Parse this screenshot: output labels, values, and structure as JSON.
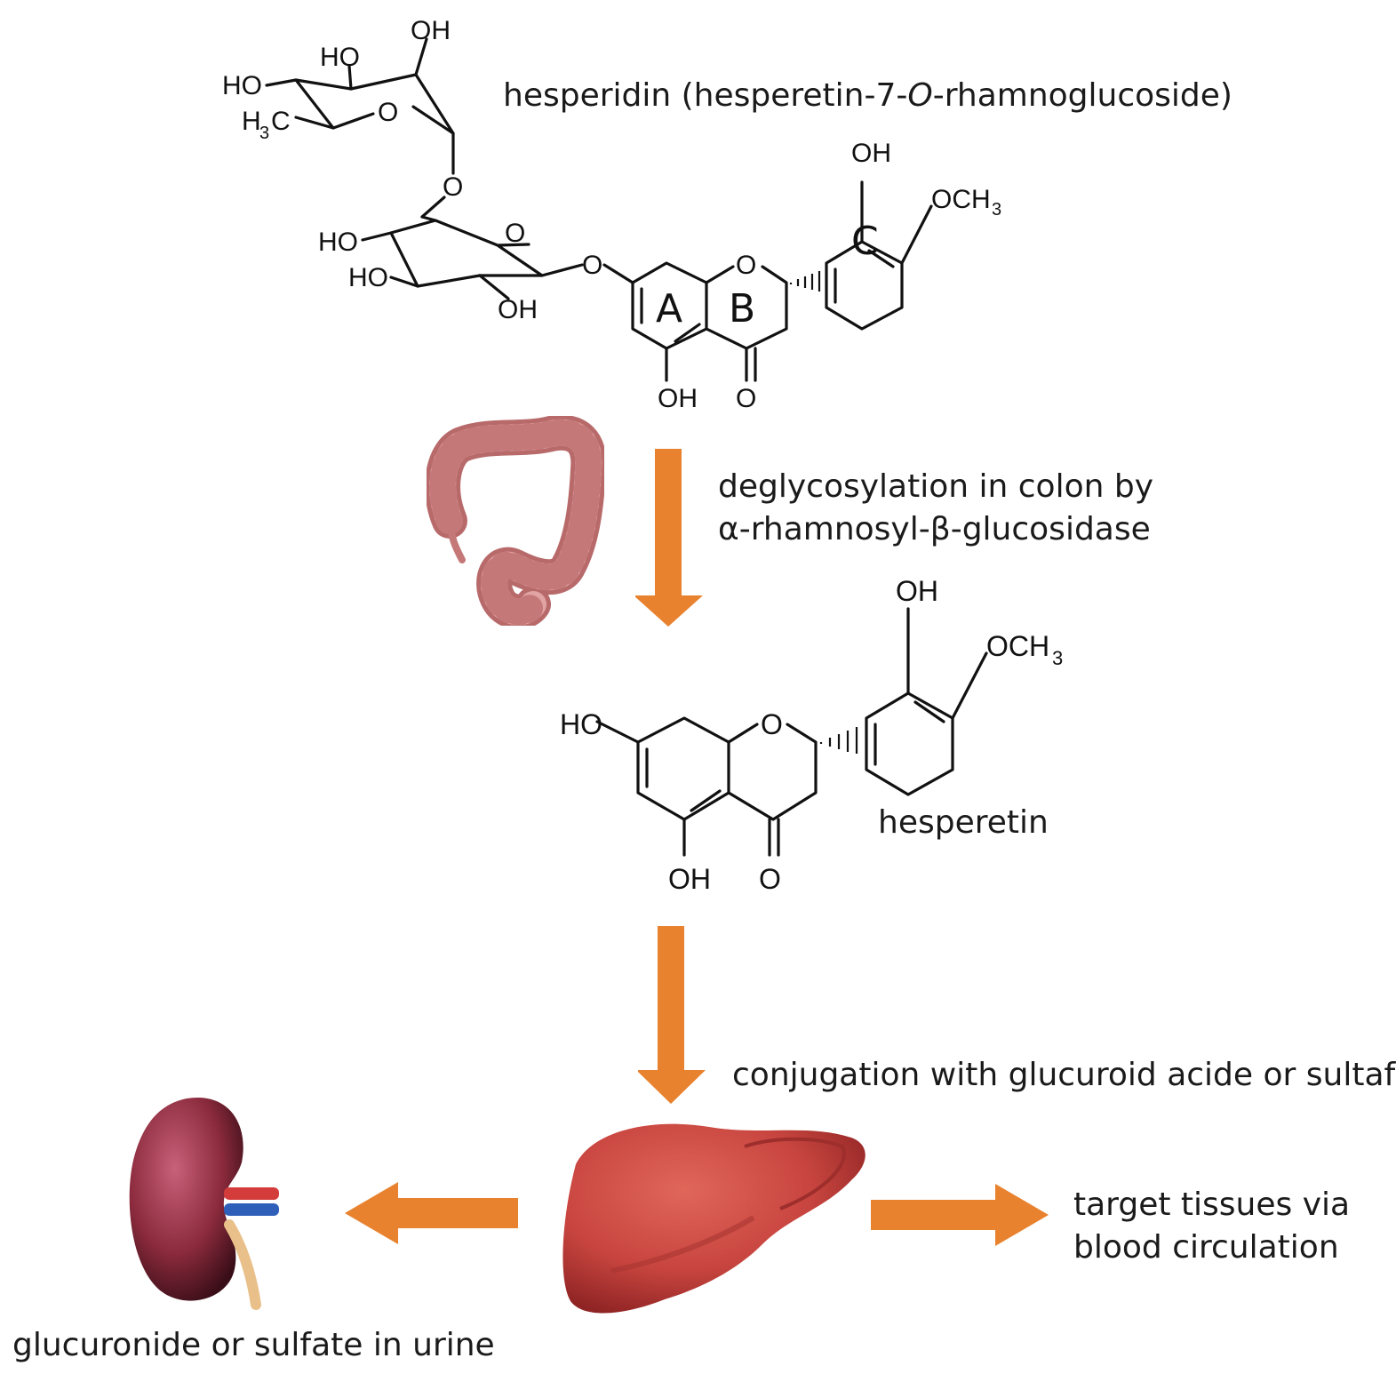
{
  "labels": {
    "hesperidin": "hesperidin (hesperetin-7-",
    "hesperidin_italic": "O",
    "hesperidin_end": "-rhamnoglucoside)",
    "deglycosylation_line1": "deglycosylation in colon by",
    "deglycosylation_line2": "α-rhamnosyl-β-glucosidase",
    "hesperetin": "hesperetin",
    "conjugation": "conjugation with glucuroid acide or sultafe",
    "target_line1": "target tissues via",
    "target_line2": "blood circulation",
    "urine": "glucuronide or sulfate in urine"
  },
  "hesperidin_structure": {
    "rhamnose": {
      "oh1": "OH",
      "oh2": "HO",
      "oh3": "HO",
      "methyl": "H",
      "methyl_sub": "3",
      "methyl_c": "C",
      "ring_o": "O",
      "link_o": "O"
    },
    "glucose": {
      "oh1": "HO",
      "oh2": "HO",
      "oh3": "OH",
      "ring_o": "O",
      "link_o": "O"
    },
    "aglycone": {
      "ring_a": "A",
      "ring_b": "B",
      "ring_c": "C",
      "oh_5": "OH",
      "keto_o": "O",
      "ring_o": "O",
      "oh_3p": "OH",
      "och3": "OCH",
      "och3_sub": "3"
    }
  },
  "hesperetin_structure": {
    "oh_7": "HO",
    "oh_5": "OH",
    "keto_o": "O",
    "ring_o": "O",
    "oh_3p": "OH",
    "och3": "OCH",
    "och3_sub": "3"
  },
  "colors": {
    "arrow": "#e8822e",
    "text": "#1a1a1a",
    "colon": "#d98c8c",
    "liver": "#c8453f",
    "kidney": "#8a2a3c"
  },
  "icons": [
    "colon-icon",
    "liver-icon",
    "kidney-icon"
  ]
}
